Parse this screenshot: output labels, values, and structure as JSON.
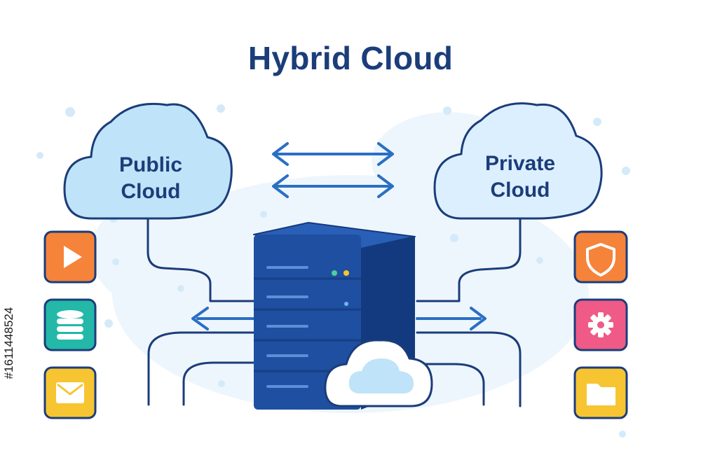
{
  "title": "Hybrid Cloud",
  "public_cloud": {
    "line1": "Public",
    "line2": "Cloud"
  },
  "private_cloud": {
    "line1": "Private",
    "line2": "Cloud"
  },
  "side_text": "#1611448524",
  "colors": {
    "outline": "#1b3d7a",
    "cloud_fill": "#bfe3f8",
    "private_cloud_fill": "#dcefff",
    "server": "#1f4fa0",
    "play_tile": "#f5833a",
    "database_tile": "#23b8a8",
    "mail_tile": "#f7c531",
    "shield_tile": "#f5833a",
    "gear_tile": "#ef5a86",
    "folder_tile": "#f7c531"
  },
  "icons": {
    "left": [
      "play-icon",
      "database-icon",
      "mail-icon"
    ],
    "right": [
      "shield-icon",
      "gear-icon",
      "folder-icon"
    ]
  }
}
